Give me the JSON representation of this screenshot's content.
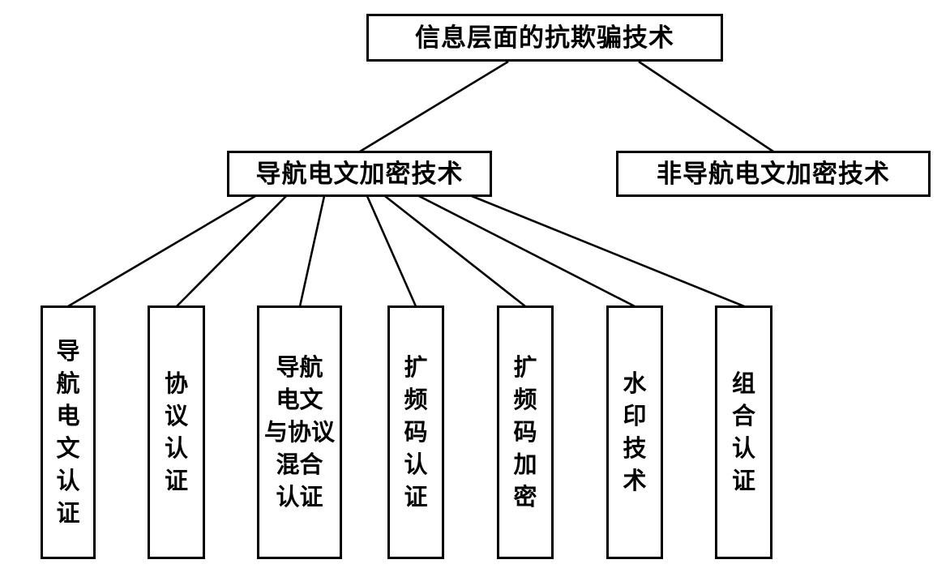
{
  "diagram": {
    "title": "信息层面的抗欺骗技术",
    "root": {
      "label": "信息层面的抗欺骗技术"
    },
    "level2": [
      {
        "label": "导航电文加密技术"
      },
      {
        "label": "非导航电文加密技术"
      }
    ],
    "leaves": [
      {
        "label": "导航电文认证",
        "lines": [
          "导",
          "航",
          "电",
          "文",
          "认",
          "证"
        ]
      },
      {
        "label": "协议认证",
        "lines": [
          "协",
          "议",
          "认",
          "证"
        ]
      },
      {
        "label": "导航电文与协议混合认证",
        "lines": [
          "导航",
          "电文",
          "与协议",
          "混合",
          "认证"
        ]
      },
      {
        "label": "扩频码认证",
        "lines": [
          "扩",
          "频",
          "码",
          "认",
          "证"
        ]
      },
      {
        "label": "扩频码加密",
        "lines": [
          "扩",
          "频",
          "码",
          "加",
          "密"
        ]
      },
      {
        "label": "水印技术",
        "lines": [
          "水",
          "印",
          "技",
          "术"
        ]
      },
      {
        "label": "组合认证",
        "lines": [
          "组",
          "合",
          "认",
          "证"
        ]
      }
    ]
  },
  "colors": {
    "background": "#ffffff",
    "box_border": "#000000",
    "connector_line": "#000000",
    "text": "#000000"
  }
}
